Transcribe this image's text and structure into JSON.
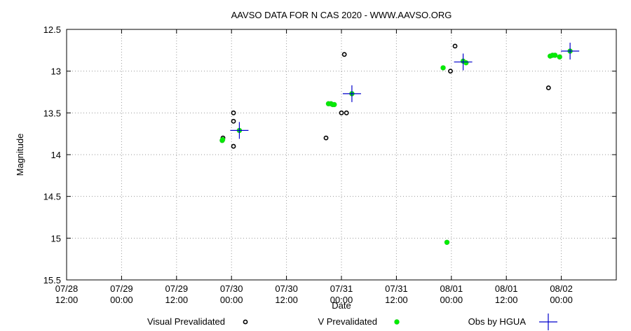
{
  "chart_data": {
    "type": "scatter",
    "title": "AAVSO DATA FOR N CAS 2020 - WWW.AAVSO.ORG",
    "xlabel": "Date",
    "ylabel": "Magnitude",
    "y_inverted": true,
    "ylim": [
      12.5,
      15.5
    ],
    "y_ticks": [
      "12.5",
      "13",
      "13.5",
      "14",
      "14.5",
      "15",
      "15.5"
    ],
    "xlim": [
      "07/28 12:00",
      "08/02 12:00"
    ],
    "x_ticks": [
      {
        "date": "07/28",
        "time": "12:00"
      },
      {
        "date": "07/29",
        "time": "00:00"
      },
      {
        "date": "07/29",
        "time": "12:00"
      },
      {
        "date": "07/30",
        "time": "00:00"
      },
      {
        "date": "07/30",
        "time": "12:00"
      },
      {
        "date": "07/31",
        "time": "00:00"
      },
      {
        "date": "07/31",
        "time": "12:00"
      },
      {
        "date": "08/01",
        "time": "00:00"
      },
      {
        "date": "08/01",
        "time": "12:00"
      },
      {
        "date": "08/02",
        "time": "00:00"
      }
    ],
    "grid": true,
    "legend_position": "bottom",
    "series": [
      {
        "name": "Visual Prevalidated",
        "marker": "open-circle",
        "color": "#000000",
        "points": [
          {
            "x": "07/29 22:08",
            "y": 13.8
          },
          {
            "x": "07/30 00:26",
            "y": 13.5
          },
          {
            "x": "07/30 00:26",
            "y": 13.6
          },
          {
            "x": "07/30 00:26",
            "y": 13.9
          },
          {
            "x": "07/30 20:38",
            "y": 13.8
          },
          {
            "x": "07/31 00:00",
            "y": 13.5
          },
          {
            "x": "07/31 00:38",
            "y": 12.8
          },
          {
            "x": "07/31 01:06",
            "y": 13.5
          },
          {
            "x": "07/31 23:48",
            "y": 13.0
          },
          {
            "x": "08/01 00:48",
            "y": 12.7
          },
          {
            "x": "08/01 21:12",
            "y": 13.2
          }
        ]
      },
      {
        "name": "V Prevalidated",
        "marker": "filled-circle",
        "color": "#00ee00",
        "points": [
          {
            "x": "07/29 21:58",
            "y": 13.83
          },
          {
            "x": "07/29 22:04",
            "y": 13.82
          },
          {
            "x": "07/30 01:43",
            "y": 13.71
          },
          {
            "x": "07/30 21:10",
            "y": 13.39
          },
          {
            "x": "07/30 21:43",
            "y": 13.39
          },
          {
            "x": "07/30 22:05",
            "y": 13.4
          },
          {
            "x": "07/30 22:26",
            "y": 13.4
          },
          {
            "x": "07/31 02:17",
            "y": 13.27
          },
          {
            "x": "07/31 22:12",
            "y": 12.96
          },
          {
            "x": "07/31 23:02",
            "y": 15.05
          },
          {
            "x": "08/01 02:34",
            "y": 12.88
          },
          {
            "x": "08/01 03:12",
            "y": 12.9
          },
          {
            "x": "08/01 21:34",
            "y": 12.82
          },
          {
            "x": "08/01 22:05",
            "y": 12.81
          },
          {
            "x": "08/01 22:38",
            "y": 12.81
          },
          {
            "x": "08/01 23:38",
            "y": 12.83
          },
          {
            "x": "08/02 01:55",
            "y": 12.76
          }
        ]
      },
      {
        "name": "Obs by HGUA",
        "marker": "cross",
        "color": "#0000cc",
        "points": [
          {
            "x": "07/30 01:43",
            "y": 13.71
          },
          {
            "x": "07/31 02:17",
            "y": 13.27
          },
          {
            "x": "08/01 02:34",
            "y": 12.89
          },
          {
            "x": "08/02 01:55",
            "y": 12.76
          }
        ]
      }
    ]
  }
}
